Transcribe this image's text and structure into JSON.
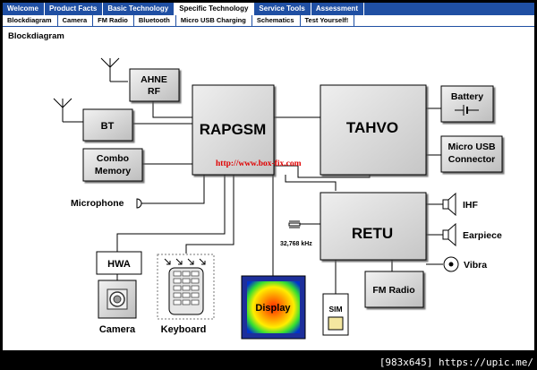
{
  "nav": {
    "main_tabs": [
      {
        "label": "Welcome"
      },
      {
        "label": "Product Facts"
      },
      {
        "label": "Basic Technology"
      },
      {
        "label": "Specific Technology"
      },
      {
        "label": "Service Tools"
      },
      {
        "label": "Assessment"
      }
    ],
    "sub_tabs": [
      {
        "label": "Blockdiagram"
      },
      {
        "label": "Camera"
      },
      {
        "label": "FM Radio"
      },
      {
        "label": "Bluetooth"
      },
      {
        "label": "Micro USB Charging"
      },
      {
        "label": "Schematics"
      },
      {
        "label": "Test Yourself!"
      }
    ]
  },
  "page": {
    "title": "Blockdiagram"
  },
  "diagram": {
    "rapgsm": "RAPGSM",
    "tahvo": "TAHVO",
    "retu": "RETU",
    "ahne_line1": "AHNE",
    "ahne_line2": "RF",
    "bt": "BT",
    "combo_line1": "Combo",
    "combo_line2": "Memory",
    "microphone": "Microphone",
    "hwa": "HWA",
    "camera": "Camera",
    "keyboard": "Keyboard",
    "display": "Display",
    "sim": "SIM",
    "fm_radio": "FM Radio",
    "battery": "Battery",
    "usb_line1": "Micro USB",
    "usb_line2": "Connector",
    "ihf": "IHF",
    "earpiece": "Earpiece",
    "vibra": "Vibra",
    "crystal": "32,768 kHz",
    "watermark": "http://www.box-fix.com"
  },
  "footer": "[983x645] https://upic.me/",
  "colors": {
    "nav_blue": "#1f4fa3",
    "active_tab": "#ffffff",
    "box_fill": "#d9d9d9",
    "watermark": "#e00000"
  }
}
